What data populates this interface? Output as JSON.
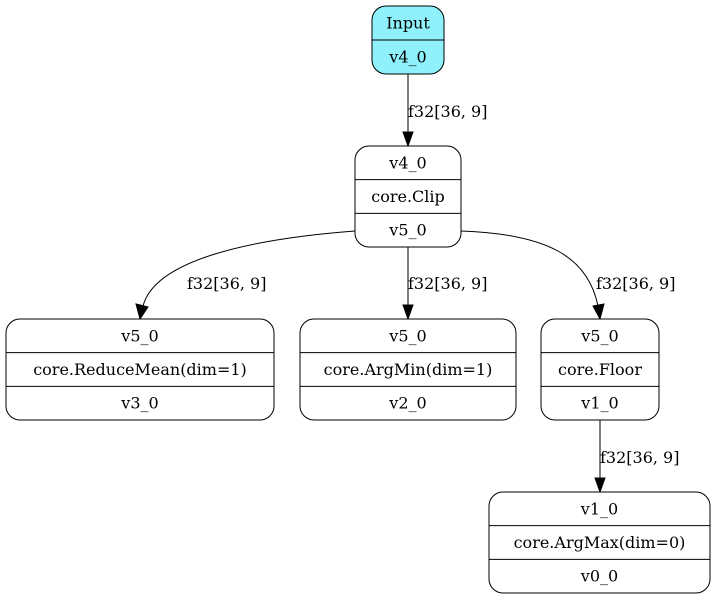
{
  "colors": {
    "input_fill": "#8ef1fb",
    "node_fill": "#ffffff",
    "stroke": "#000000"
  },
  "nodes": [
    {
      "id": "input",
      "input": "Input",
      "output": "v4_0",
      "kind": "input"
    },
    {
      "id": "clip",
      "input": "v4_0",
      "op": "core.Clip",
      "output": "v5_0",
      "kind": "op"
    },
    {
      "id": "reducemean",
      "input": "v5_0",
      "op": "core.ReduceMean(dim=1)",
      "output": "v3_0",
      "kind": "op"
    },
    {
      "id": "argmin",
      "input": "v5_0",
      "op": "core.ArgMin(dim=1)",
      "output": "v2_0",
      "kind": "op"
    },
    {
      "id": "floor",
      "input": "v5_0",
      "op": "core.Floor",
      "output": "v1_0",
      "kind": "op"
    },
    {
      "id": "argmax",
      "input": "v1_0",
      "op": "core.ArgMax(dim=0)",
      "output": "v0_0",
      "kind": "op"
    }
  ],
  "edges": [
    {
      "id": "input-clip",
      "from": "input",
      "to": "clip",
      "label": "f32[36, 9]"
    },
    {
      "id": "clip-reducemean",
      "from": "clip",
      "to": "reducemean",
      "label": "f32[36, 9]"
    },
    {
      "id": "clip-argmin",
      "from": "clip",
      "to": "argmin",
      "label": "f32[36, 9]"
    },
    {
      "id": "clip-floor",
      "from": "clip",
      "to": "floor",
      "label": "f32[36, 9]"
    },
    {
      "id": "floor-argmax",
      "from": "floor",
      "to": "argmax",
      "label": "f32[36, 9]"
    }
  ]
}
